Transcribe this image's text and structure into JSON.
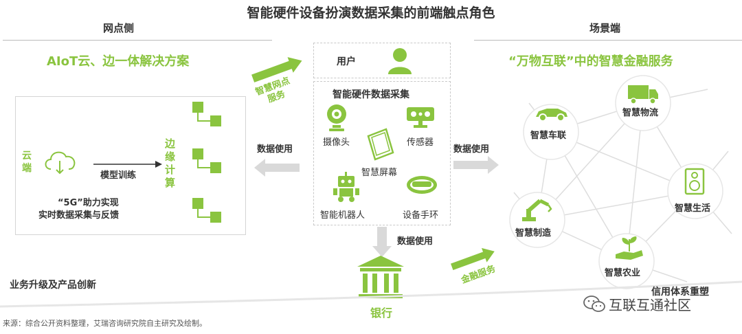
{
  "title": "智能硬件设备扮演数据采集的前端触点角色",
  "left": {
    "header": "网点侧",
    "subtitle": "AIoT云、边一体解决方案",
    "cloud_label": "云\n端",
    "edge_label": "边\n缘\n计\n算",
    "model_training": "模型训练",
    "note_line1": "“5G”助力实现",
    "note_line2": "实时数据采集与反馈"
  },
  "center": {
    "user_label": "用户",
    "collection_title": "智能硬件数据采集",
    "devices": [
      "摄像头",
      "传感器",
      "智慧屏幕",
      "智能机器人",
      "设备手环"
    ],
    "left_arrow_label": "数据使用",
    "right_arrow_label": "数据使用",
    "down_arrow_label": "数据使用",
    "smart_branch_line1": "智慧网点",
    "smart_branch_line2": "服务",
    "bank_label": "银行",
    "finance_service": "金融服务"
  },
  "right": {
    "header": "场景端",
    "subtitle": "“万物互联”中的智慧金融服务",
    "nodes": [
      "智慧车联",
      "智慧物流",
      "智慧生活",
      "智慧制造",
      "智慧农业"
    ]
  },
  "bottom": {
    "business_label": "业务升级及产品创新",
    "credit_label": "信用体系重塑",
    "source": "来源：综合公开资料整理，艾瑞咨询研究院自主研究及绘制。",
    "watermark": "互联互通社区"
  },
  "colors": {
    "accent": "#8ac43f",
    "arrow_gray": "#d9d9d9",
    "text": "#333333"
  }
}
